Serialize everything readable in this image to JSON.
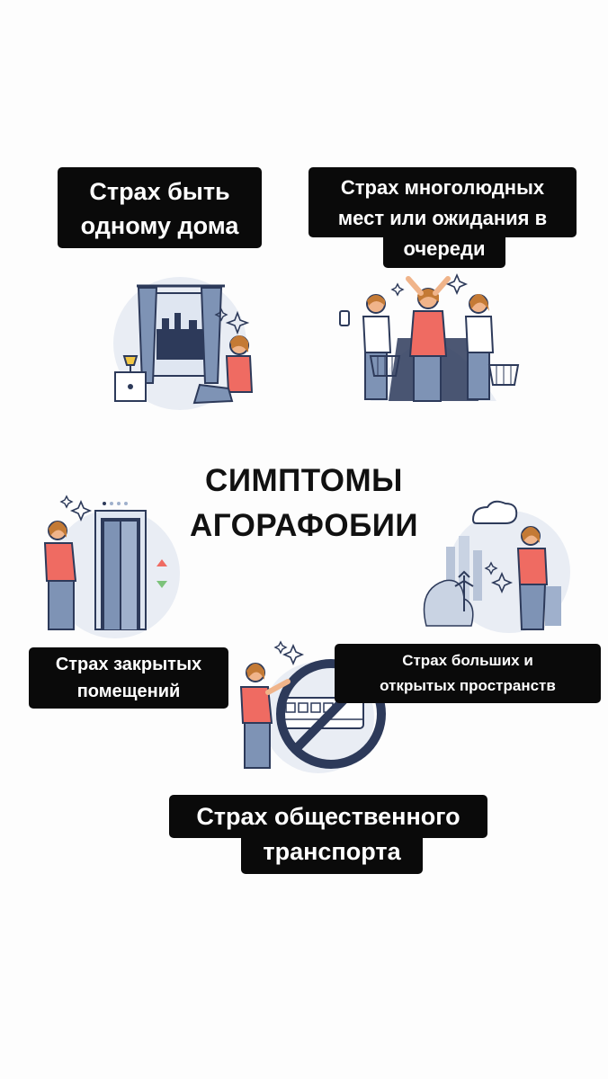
{
  "title": {
    "line1": "СИМПТОМЫ",
    "line2": "АГОРАФОБИИ"
  },
  "symptoms": [
    {
      "id": "home",
      "line1": "Страх быть",
      "line2": "одному дома",
      "icon": "person-at-window-icon"
    },
    {
      "id": "crowd",
      "line1": "Страх многолюдных",
      "line2": "мест или ожидания в",
      "line3": "очереди",
      "icon": "crowd-queue-icon"
    },
    {
      "id": "closed",
      "line1": "Страх закрытых",
      "line2": "помещений",
      "icon": "elevator-icon"
    },
    {
      "id": "open",
      "line1": "Страх больших и",
      "line2": "открытых пространств",
      "icon": "open-city-icon"
    },
    {
      "id": "transport",
      "line1": "Страх общественного",
      "line2": "транспорта",
      "icon": "no-train-icon"
    }
  ],
  "colors": {
    "label_bg": "#0a0a0a",
    "label_text": "#ffffff",
    "shirt": "#ef6b62",
    "skin": "#f0b48a",
    "hair": "#c47a35",
    "pants": "#7e93b5",
    "navy": "#2d3a5a",
    "blob": "#e9edf4"
  }
}
